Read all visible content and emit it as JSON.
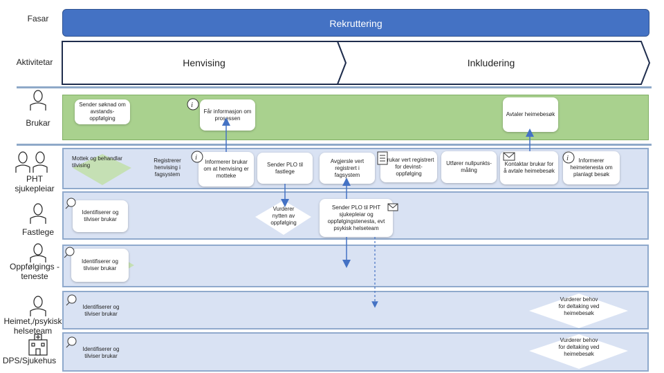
{
  "rows": {
    "fasar_label": "Fasar",
    "aktivitetar_label": "Aktivitetar"
  },
  "phase": {
    "title": "Rekruttering"
  },
  "activities": [
    {
      "label": "Henvising"
    },
    {
      "label": "Inkludering"
    }
  ],
  "roles": [
    {
      "label": "Brukar",
      "icon": "person-icon"
    },
    {
      "label": "PHT sjukepleiar",
      "icon": "two-persons-icon"
    },
    {
      "label": "Fastlege",
      "icon": "doctor-icon"
    },
    {
      "label": "Oppfølgings -teneste",
      "icon": "person-icon"
    },
    {
      "label": "Heimet,/psykisk helseteam",
      "icon": "person-icon"
    },
    {
      "label": "DPS/Sjukehus",
      "icon": "hospital-icon"
    }
  ],
  "brukar_lane": {
    "sender_soknad": "Sender søknad om avstands-oppfølging",
    "far_informasjon": "Får informasjon om prosessen",
    "avtaler_heimebesok": "Avtaler heimebesøk"
  },
  "pht_lane": {
    "mottek": "Mottek og behandlar tilvising",
    "registrerer": "Registrerer henvising i fagsystem",
    "informerer_brukar": "Informerer brukar om at henvising er motteke",
    "sender_plo_fastlege": "Sender PLO til fastlege",
    "avgjersle": "Avgjersle vert registrert i fagsystem",
    "brukar_registrert": "Brukar vert registrert for devinst-oppfølging",
    "utforer": "Utfører nullpunkts-måling",
    "kontaktar": "Kontaktar brukar for å avtale heimebesøk",
    "informerer_heimeteneste": "Informerer heimetenesta om planlagt besøk"
  },
  "fastlege_lane": {
    "identifiserer": "Identifiserer og tilviser brukar",
    "vurderer_nytten": "Vurderer nytten av oppfølging",
    "sender_plo_pht": "Sender PLO til PHT sjukepleiar og oppfølgingstenesta, evt psykisk helseteam"
  },
  "oppfolging_lane": {
    "identifiserer": "Identifiserer og tilviser brukar"
  },
  "heimet_lane": {
    "identifiserer": "Identifiserer og tilviser brukar",
    "vurderer_behov": "Vurderer behov for deltaking ved heimebesøk"
  },
  "dps_lane": {
    "identifiserer": "Identifiserer og tilviser brukar",
    "vurderer_behov": "Vurderer behov for deltaking ved heimebesøk"
  },
  "colors": {
    "phase_blue": "#4472c4",
    "lane_green": "#a9d18e",
    "lane_blue": "#d9e2f3",
    "arrow_blue": "#4472c4"
  }
}
